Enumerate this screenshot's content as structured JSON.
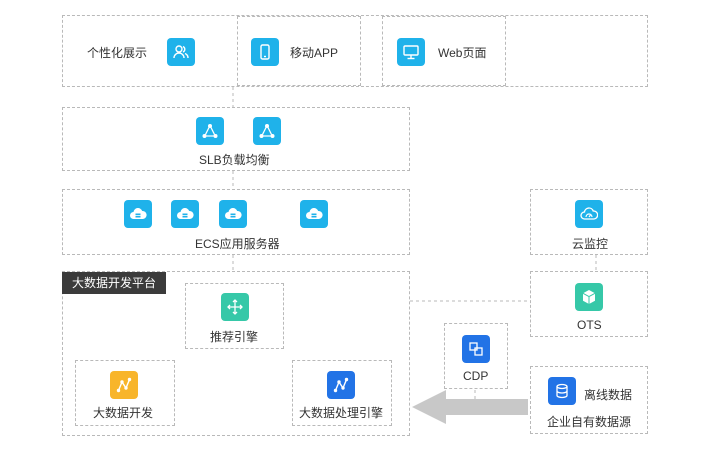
{
  "clients": {
    "personalized": "个性化展示",
    "mobile": "移动APP",
    "web": "Web页面"
  },
  "slb": {
    "label": "SLB负载均衡"
  },
  "ecs": {
    "label": "ECS应用服务器"
  },
  "monitor": {
    "label": "云监控"
  },
  "ots": {
    "label": "OTS"
  },
  "platform": {
    "title": "大数据开发平台",
    "recommend": "推荐引擎",
    "bigdata_dev": "大数据开发",
    "bigdata_proc": "大数据处理引擎"
  },
  "cdp": {
    "label": "CDP"
  },
  "datasource": {
    "offline": "离线数据",
    "enterprise": "企业自有数据源"
  },
  "colors": {
    "cyan": "#1fb2ea",
    "teal": "#36c8a8",
    "yellow": "#f8b52b",
    "blue": "#2273e6",
    "arrow": "#c8c8c8",
    "dashed": "#b9b9b9"
  }
}
